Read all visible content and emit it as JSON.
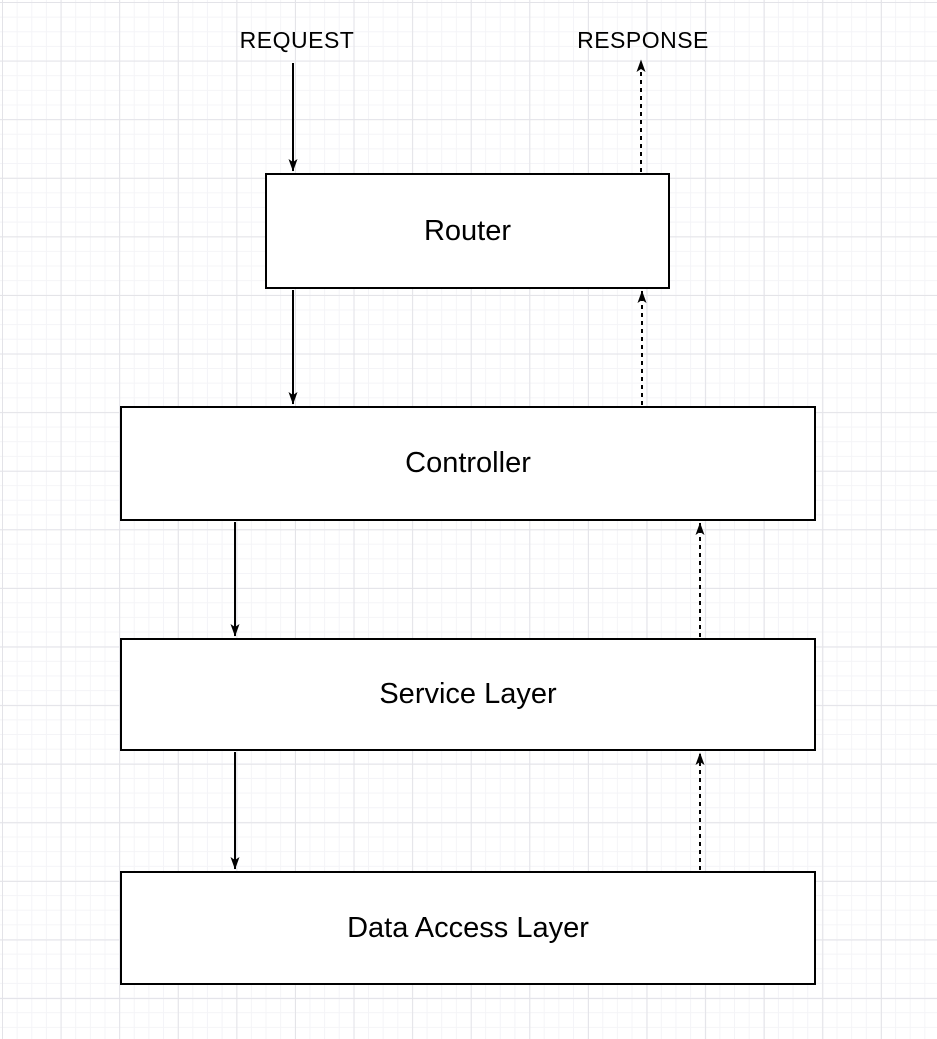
{
  "diagram": {
    "request_label": "REQUEST",
    "response_label": "RESPONSE",
    "nodes": [
      {
        "id": "router",
        "label": "Router"
      },
      {
        "id": "controller",
        "label": "Controller"
      },
      {
        "id": "service-layer",
        "label": "Service Layer"
      },
      {
        "id": "data-access-layer",
        "label": "Data Access Layer"
      }
    ],
    "edges": [
      {
        "from": "REQUEST",
        "to": "Router",
        "style": "solid",
        "direction": "down"
      },
      {
        "from": "Router",
        "to": "Controller",
        "style": "solid",
        "direction": "down"
      },
      {
        "from": "Controller",
        "to": "Service Layer",
        "style": "solid",
        "direction": "down"
      },
      {
        "from": "Service Layer",
        "to": "Data Access Layer",
        "style": "solid",
        "direction": "down"
      },
      {
        "from": "Data Access Layer",
        "to": "Service Layer",
        "style": "dashed",
        "direction": "up"
      },
      {
        "from": "Service Layer",
        "to": "Controller",
        "style": "dashed",
        "direction": "up"
      },
      {
        "from": "Controller",
        "to": "Router",
        "style": "dashed",
        "direction": "up"
      },
      {
        "from": "Router",
        "to": "RESPONSE",
        "style": "dashed",
        "direction": "up"
      }
    ],
    "colors": {
      "stroke": "#000000",
      "box_fill": "#ffffff",
      "background": "#ffffff",
      "grid_minor": "#f4f4f7",
      "grid_major": "#e3e3e8"
    }
  }
}
